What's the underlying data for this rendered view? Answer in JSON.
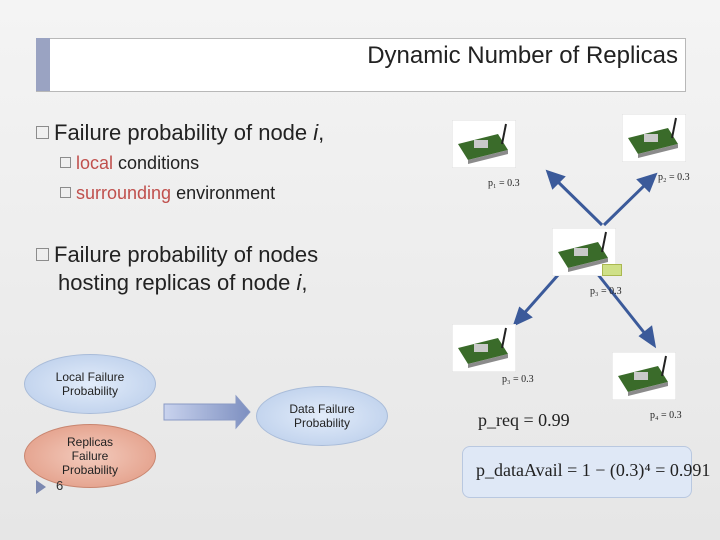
{
  "title": "Dynamic Number of Replicas",
  "bullets": {
    "b1": {
      "text": "Failure probability of node ",
      "italic": "i",
      "suffix": ","
    },
    "sub1": {
      "highlight": "local",
      "rest": " conditions"
    },
    "sub2": {
      "highlight": "surrounding",
      "rest": " environment"
    },
    "b2_line1": "Failure probability of nodes",
    "b2_line2": {
      "text": "hosting replicas of node ",
      "italic": "i",
      "suffix": ","
    }
  },
  "diagram": {
    "local": "Local Failure Probability",
    "data": "Data Failure Probability",
    "replicas": "Replicas Failure Probability"
  },
  "nodes": {
    "p1": "p₁ = 0.3",
    "p2": "p₂ = 0.3",
    "p3a": "p₃ = 0.3",
    "p3b": "p₃ = 0.3",
    "p4": "p₄ = 0.3"
  },
  "preq": "p_req = 0.99",
  "formula": "p_dataAvail = 1 − (0.3)⁴ = 0.991",
  "page_number": "6",
  "colors": {
    "title_accent": "#9aa3c2",
    "highlight_text": "#c0504d",
    "blue_ellipse": "#c6d7f0",
    "pink_ellipse": "#e8a795",
    "arrow": "#7d8fc0"
  }
}
